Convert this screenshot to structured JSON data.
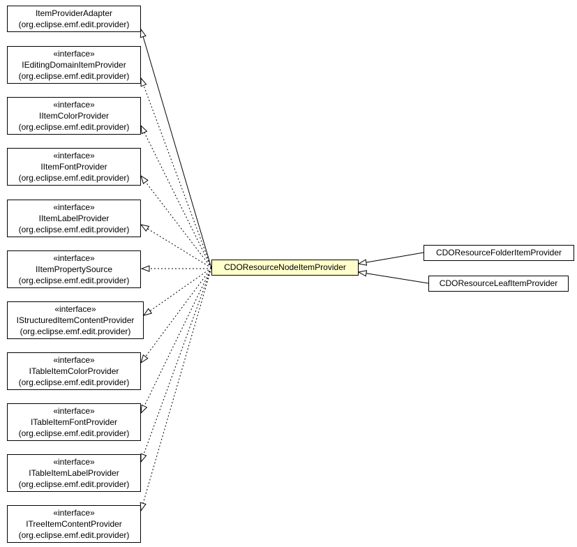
{
  "diagram": {
    "type": "uml-class-diagram",
    "center_node": {
      "name": "CDOResourceNodeItemProvider",
      "fill": "#ffffcc"
    },
    "left_nodes": [
      {
        "name": "ItemProviderAdapter",
        "package": "(org.eclipse.emf.edit.provider)",
        "edge": "generalization-solid"
      },
      {
        "stereotype": "«interface»",
        "name": "IEditingDomainItemProvider",
        "package": "(org.eclipse.emf.edit.provider)",
        "edge": "realization-dotted"
      },
      {
        "stereotype": "«interface»",
        "name": "IItemColorProvider",
        "package": "(org.eclipse.emf.edit.provider)",
        "edge": "realization-dotted"
      },
      {
        "stereotype": "«interface»",
        "name": "IItemFontProvider",
        "package": "(org.eclipse.emf.edit.provider)",
        "edge": "realization-dotted"
      },
      {
        "stereotype": "«interface»",
        "name": "IItemLabelProvider",
        "package": "(org.eclipse.emf.edit.provider)",
        "edge": "realization-dotted"
      },
      {
        "stereotype": "«interface»",
        "name": "IItemPropertySource",
        "package": "(org.eclipse.emf.edit.provider)",
        "edge": "realization-dotted"
      },
      {
        "stereotype": "«interface»",
        "name": "IStructuredItemContentProvider",
        "package": "(org.eclipse.emf.edit.provider)",
        "edge": "realization-dotted"
      },
      {
        "stereotype": "«interface»",
        "name": "ITableItemColorProvider",
        "package": "(org.eclipse.emf.edit.provider)",
        "edge": "realization-dotted"
      },
      {
        "stereotype": "«interface»",
        "name": "ITableItemFontProvider",
        "package": "(org.eclipse.emf.edit.provider)",
        "edge": "realization-dotted"
      },
      {
        "stereotype": "«interface»",
        "name": "ITableItemLabelProvider",
        "package": "(org.eclipse.emf.edit.provider)",
        "edge": "realization-dotted"
      },
      {
        "stereotype": "«interface»",
        "name": "ITreeItemContentProvider",
        "package": "(org.eclipse.emf.edit.provider)",
        "edge": "realization-dotted"
      }
    ],
    "right_nodes": [
      {
        "name": "CDOResourceFolderItemProvider",
        "edge": "generalization-solid"
      },
      {
        "name": "CDOResourceLeafItemProvider",
        "edge": "generalization-solid"
      }
    ]
  }
}
